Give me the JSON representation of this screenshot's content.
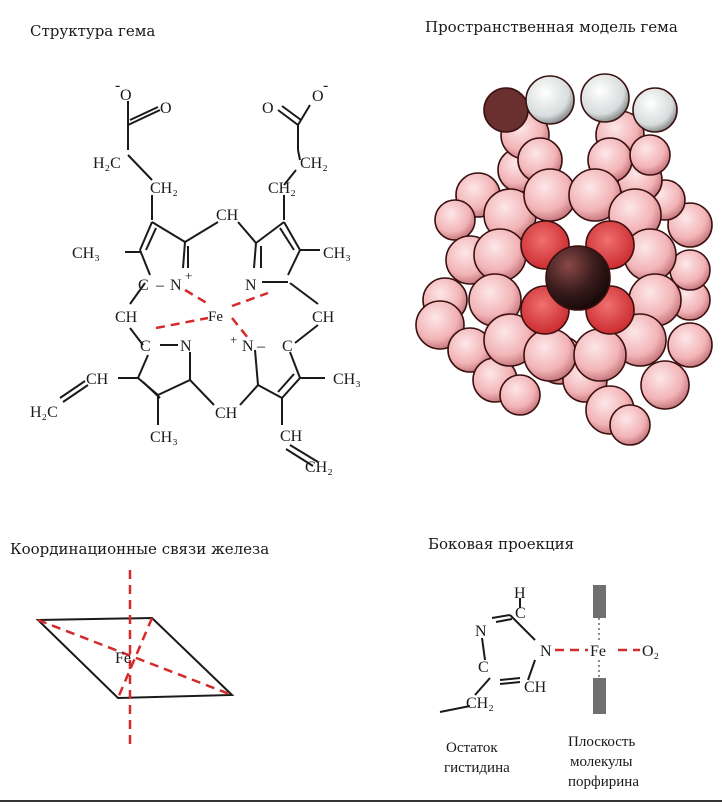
{
  "panels": {
    "structure_title": "Структура гема",
    "space_title": "Пространственная модель гема",
    "coordination_title": "Координационные связи железа",
    "side_title": "Боковая проекция"
  },
  "structure_labels": {
    "carboxylate_minus": "-",
    "o_left": "O",
    "o_right_single": "O",
    "o_right_minus": "-",
    "o_left_double": "O",
    "ch2_a1": "H₂C",
    "ch2_a2": "CH₂",
    "ch2_b1": "CH₂",
    "ch2_b2": "CH₂",
    "ch_top": "CH",
    "ch3_left": "CH₃",
    "ch3_right": "CH₃",
    "n_left": "N",
    "n_left_plus": "+",
    "n_right": "N",
    "c_left": "C",
    "fe": "Fe",
    "ch_left": "CH",
    "ch_right": "CH",
    "n_bottom_left": "N",
    "n_bottom_right": "N",
    "n_bottom_right_plus": "+",
    "c_br": "C",
    "ch_vinyl_left": "CH",
    "h2c_vinyl_left": "H₂C",
    "ch3_bottom_left": "CH₃",
    "ch3_bottom_right": "CH₃",
    "ch_bottom": "CH",
    "ch_vinyl_right": "CH",
    "ch2_vinyl_right": "CH₂"
  },
  "coordination_labels": {
    "fe": "Fe"
  },
  "side_labels": {
    "h": "H",
    "n1": "N",
    "n2": "N",
    "c": "C",
    "ch": "CH",
    "ch2": "CH₂",
    "fe": "Fe",
    "o2": "O₂",
    "histidine_caption_1": "Остаток",
    "histidine_caption_2": "гистидина",
    "porphyrin_caption_1": "Плоскость",
    "porphyrin_caption_2": "молекулы",
    "porphyrin_caption_3": "порфирина"
  },
  "colors": {
    "bond_red": "#d42a2a",
    "atom_pink": "#f2b3b6",
    "atom_red": "#e03a3a",
    "iron_dark": "#3a1c1c",
    "oxygen_white": "#dfe3e3",
    "porphyrin_plane_gray": "#6f6f6f"
  }
}
